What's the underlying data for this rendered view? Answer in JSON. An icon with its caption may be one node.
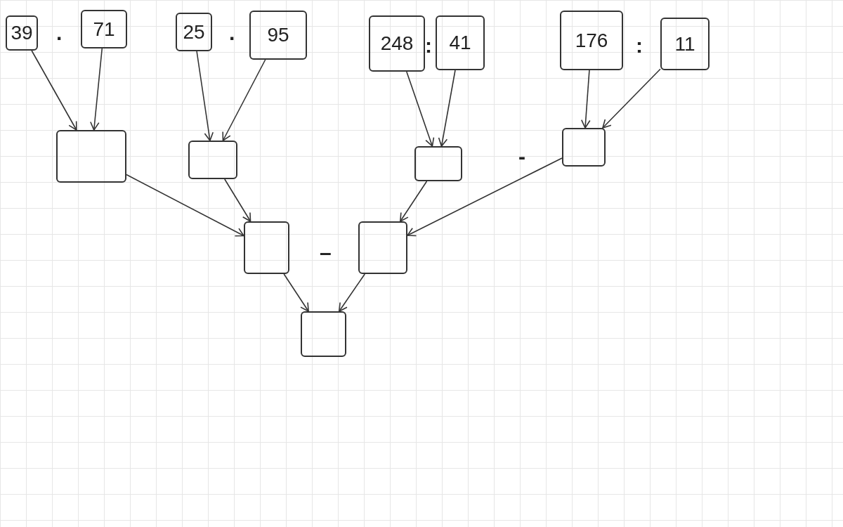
{
  "diagram": {
    "nodes": [
      {
        "text": [
          "39"
        ]
      },
      {
        "text": [
          "71"
        ]
      },
      {
        "text": [
          "25"
        ]
      },
      {
        "text": [
          "95"
        ]
      },
      {
        "text": [
          "248"
        ]
      },
      {
        "text": [
          "41"
        ]
      },
      {
        "text": [
          "176"
        ]
      },
      {
        "text": [
          "11"
        ]
      },
      {
        "text": [],
        "shape": "box"
      },
      {
        "text": [],
        "shape": "box"
      },
      {
        "text": [],
        "shape": "box"
      },
      {
        "text": [],
        "shape": "box"
      },
      {
        "text": [],
        "shape": "box"
      },
      {
        "text": [],
        "shape": "box"
      },
      {
        "text": [],
        "shape": "box"
      }
    ],
    "edges": [
      {
        "from": 0,
        "to": 8,
        "arrow": "to"
      },
      {
        "from": 1,
        "to": 8,
        "arrow": "to"
      },
      {
        "from": 2,
        "to": 9,
        "arrow": "to"
      },
      {
        "from": 3,
        "to": 9,
        "arrow": "to"
      },
      {
        "from": 4,
        "to": 10,
        "arrow": "to"
      },
      {
        "from": 5,
        "to": 10,
        "arrow": "to"
      },
      {
        "from": 6,
        "to": 11,
        "arrow": "to"
      },
      {
        "from": 7,
        "to": 11,
        "arrow": "to"
      },
      {
        "from": 8,
        "to": 12,
        "arrow": "to"
      },
      {
        "from": 9,
        "to": 12,
        "arrow": "to"
      },
      {
        "from": 10,
        "to": 13,
        "arrow": "to"
      },
      {
        "from": 11,
        "to": 13,
        "arrow": "to"
      },
      {
        "from": 12,
        "to": 14,
        "arrow": "to"
      },
      {
        "from": 13,
        "to": 14,
        "arrow": "to"
      }
    ],
    "labels": [
      "·",
      "·",
      ":",
      ":",
      "-",
      "–"
    ]
  }
}
